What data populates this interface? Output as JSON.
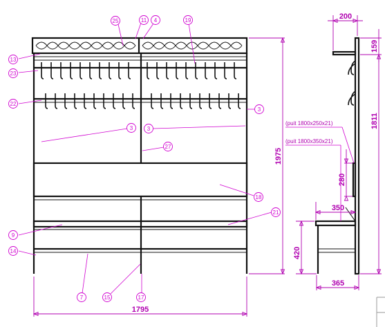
{
  "colors": {
    "line": "#111111",
    "dimension": "#b000b0",
    "callout": "#d000d0",
    "background": "#ffffff"
  },
  "front_view": {
    "dimensions": {
      "total_width": "1795",
      "total_height": "1975"
    },
    "callouts": [
      "25",
      "11",
      "4",
      "19",
      "13",
      "23",
      "22",
      "3",
      "3",
      "3",
      "27",
      "18",
      "21",
      "9",
      "14",
      "7",
      "15",
      "17"
    ]
  },
  "side_view": {
    "dimensions": {
      "top_offset": "200",
      "top_board": "159",
      "right_height": "1811",
      "panel_height": "280",
      "seat_depth": "350",
      "seat_height": "420",
      "base_depth": "365"
    },
    "notes": [
      "(puit 1800x250x21)",
      "(puit 1800x350x21)"
    ]
  }
}
